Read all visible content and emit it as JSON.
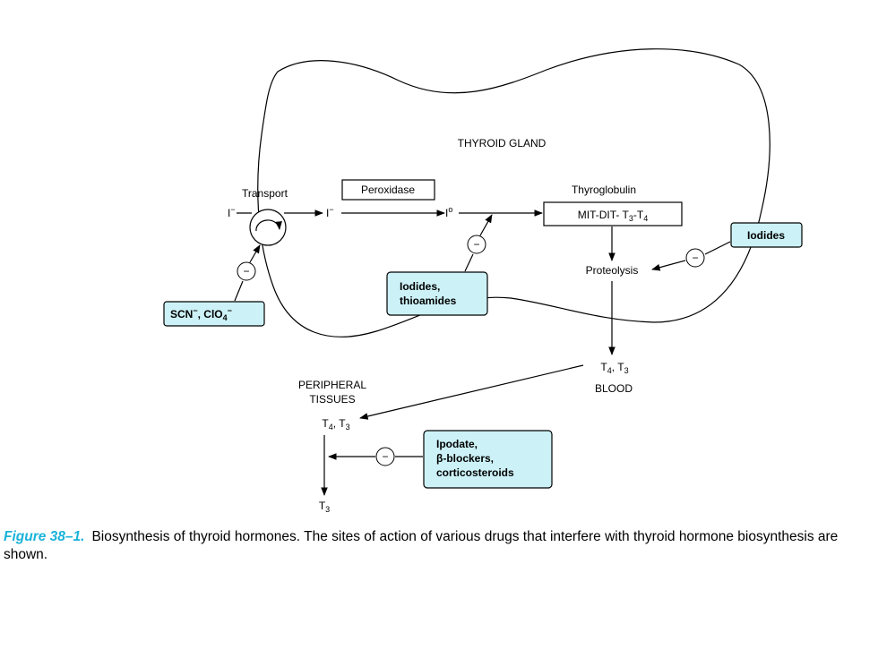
{
  "labels": {
    "thyroid_gland": "THYROID GLAND",
    "transport": "Transport",
    "iodide_in": "I",
    "iodide_in_sup": "−",
    "iodide_out": "I",
    "iodide_out_sup": "−",
    "iodine": "I",
    "iodine_sup": "o",
    "peroxidase": "Peroxidase",
    "thyroglobulin": "Thyroglobulin",
    "mit_dit": "MIT-DIT- T",
    "mit_sub3": "3",
    "mit_dash": "-T",
    "mit_sub4": "4",
    "proteolysis": "Proteolysis",
    "blood_t4": "T",
    "blood_sub4": "4",
    "blood_sep": ", T",
    "blood_sub3": "3",
    "blood": "BLOOD",
    "peripheral_1": "PERIPHERAL",
    "peripheral_2": "TISSUES",
    "tissue_t4": "T",
    "tissue_sub4": "4",
    "tissue_sep": ", T",
    "tissue_sub3": "3",
    "final_t": "T",
    "final_sub3": "3"
  },
  "drugs": {
    "scn": "SCN",
    "scn_sup": "−",
    "scn_sep": ", ClO",
    "scn_sub": "4",
    "scn_sup2": "−",
    "iodides_thio_1": "Iodides,",
    "iodides_thio_2": "thioamides",
    "iodides": "Iodides",
    "ipodate_1": "Ipodate,",
    "ipodate_2": "β-blockers,",
    "ipodate_3": "corticosteroids"
  },
  "inhibit_symbol": "−",
  "caption": {
    "figure_label": "Figure 38–1.",
    "text": "Biosynthesis of thyroid hormones. The sites of action of various drugs that interfere with thyroid hormone biosynthesis are shown."
  },
  "colors": {
    "drug_box_fill": "#ccf2f7",
    "caption_accent": "#1ab3d9"
  }
}
